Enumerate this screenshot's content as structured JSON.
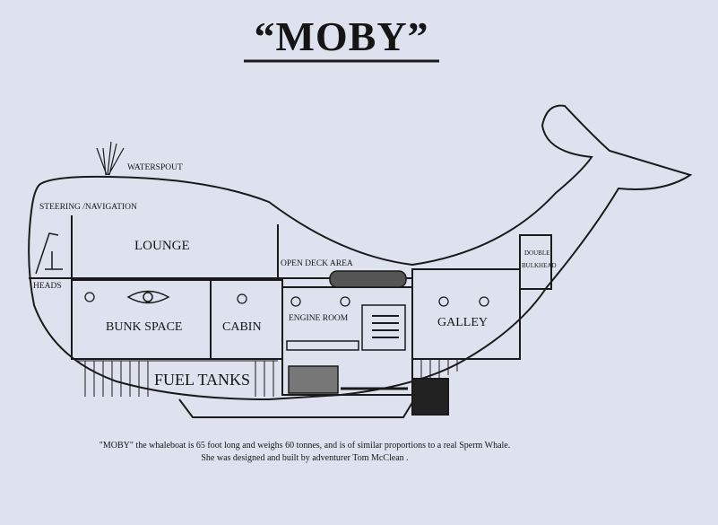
{
  "title": "“MOBY”",
  "labels": {
    "waterspout": "WATERSPOUT",
    "steering": "STEERING /NAVIGATION",
    "lounge": "LOUNGE",
    "heads": "HEADS",
    "bunk_space": "BUNK SPACE",
    "cabin": "CABIN",
    "open_deck": "OPEN DECK AREA",
    "engine_room": "ENGINE ROOM",
    "galley": "GALLEY",
    "double": "DOUBLE",
    "bulkhead": "BULKHEAD",
    "fuel_tanks": "FUEL TANKS"
  },
  "caption": {
    "line1": "\"MOBY\" the whaleboat is 65 foot long and weighs 60 tonnes, and is of similar proportions to a real Sperm Whale.",
    "line2": "She was designed and built by adventurer Tom McClean ."
  }
}
